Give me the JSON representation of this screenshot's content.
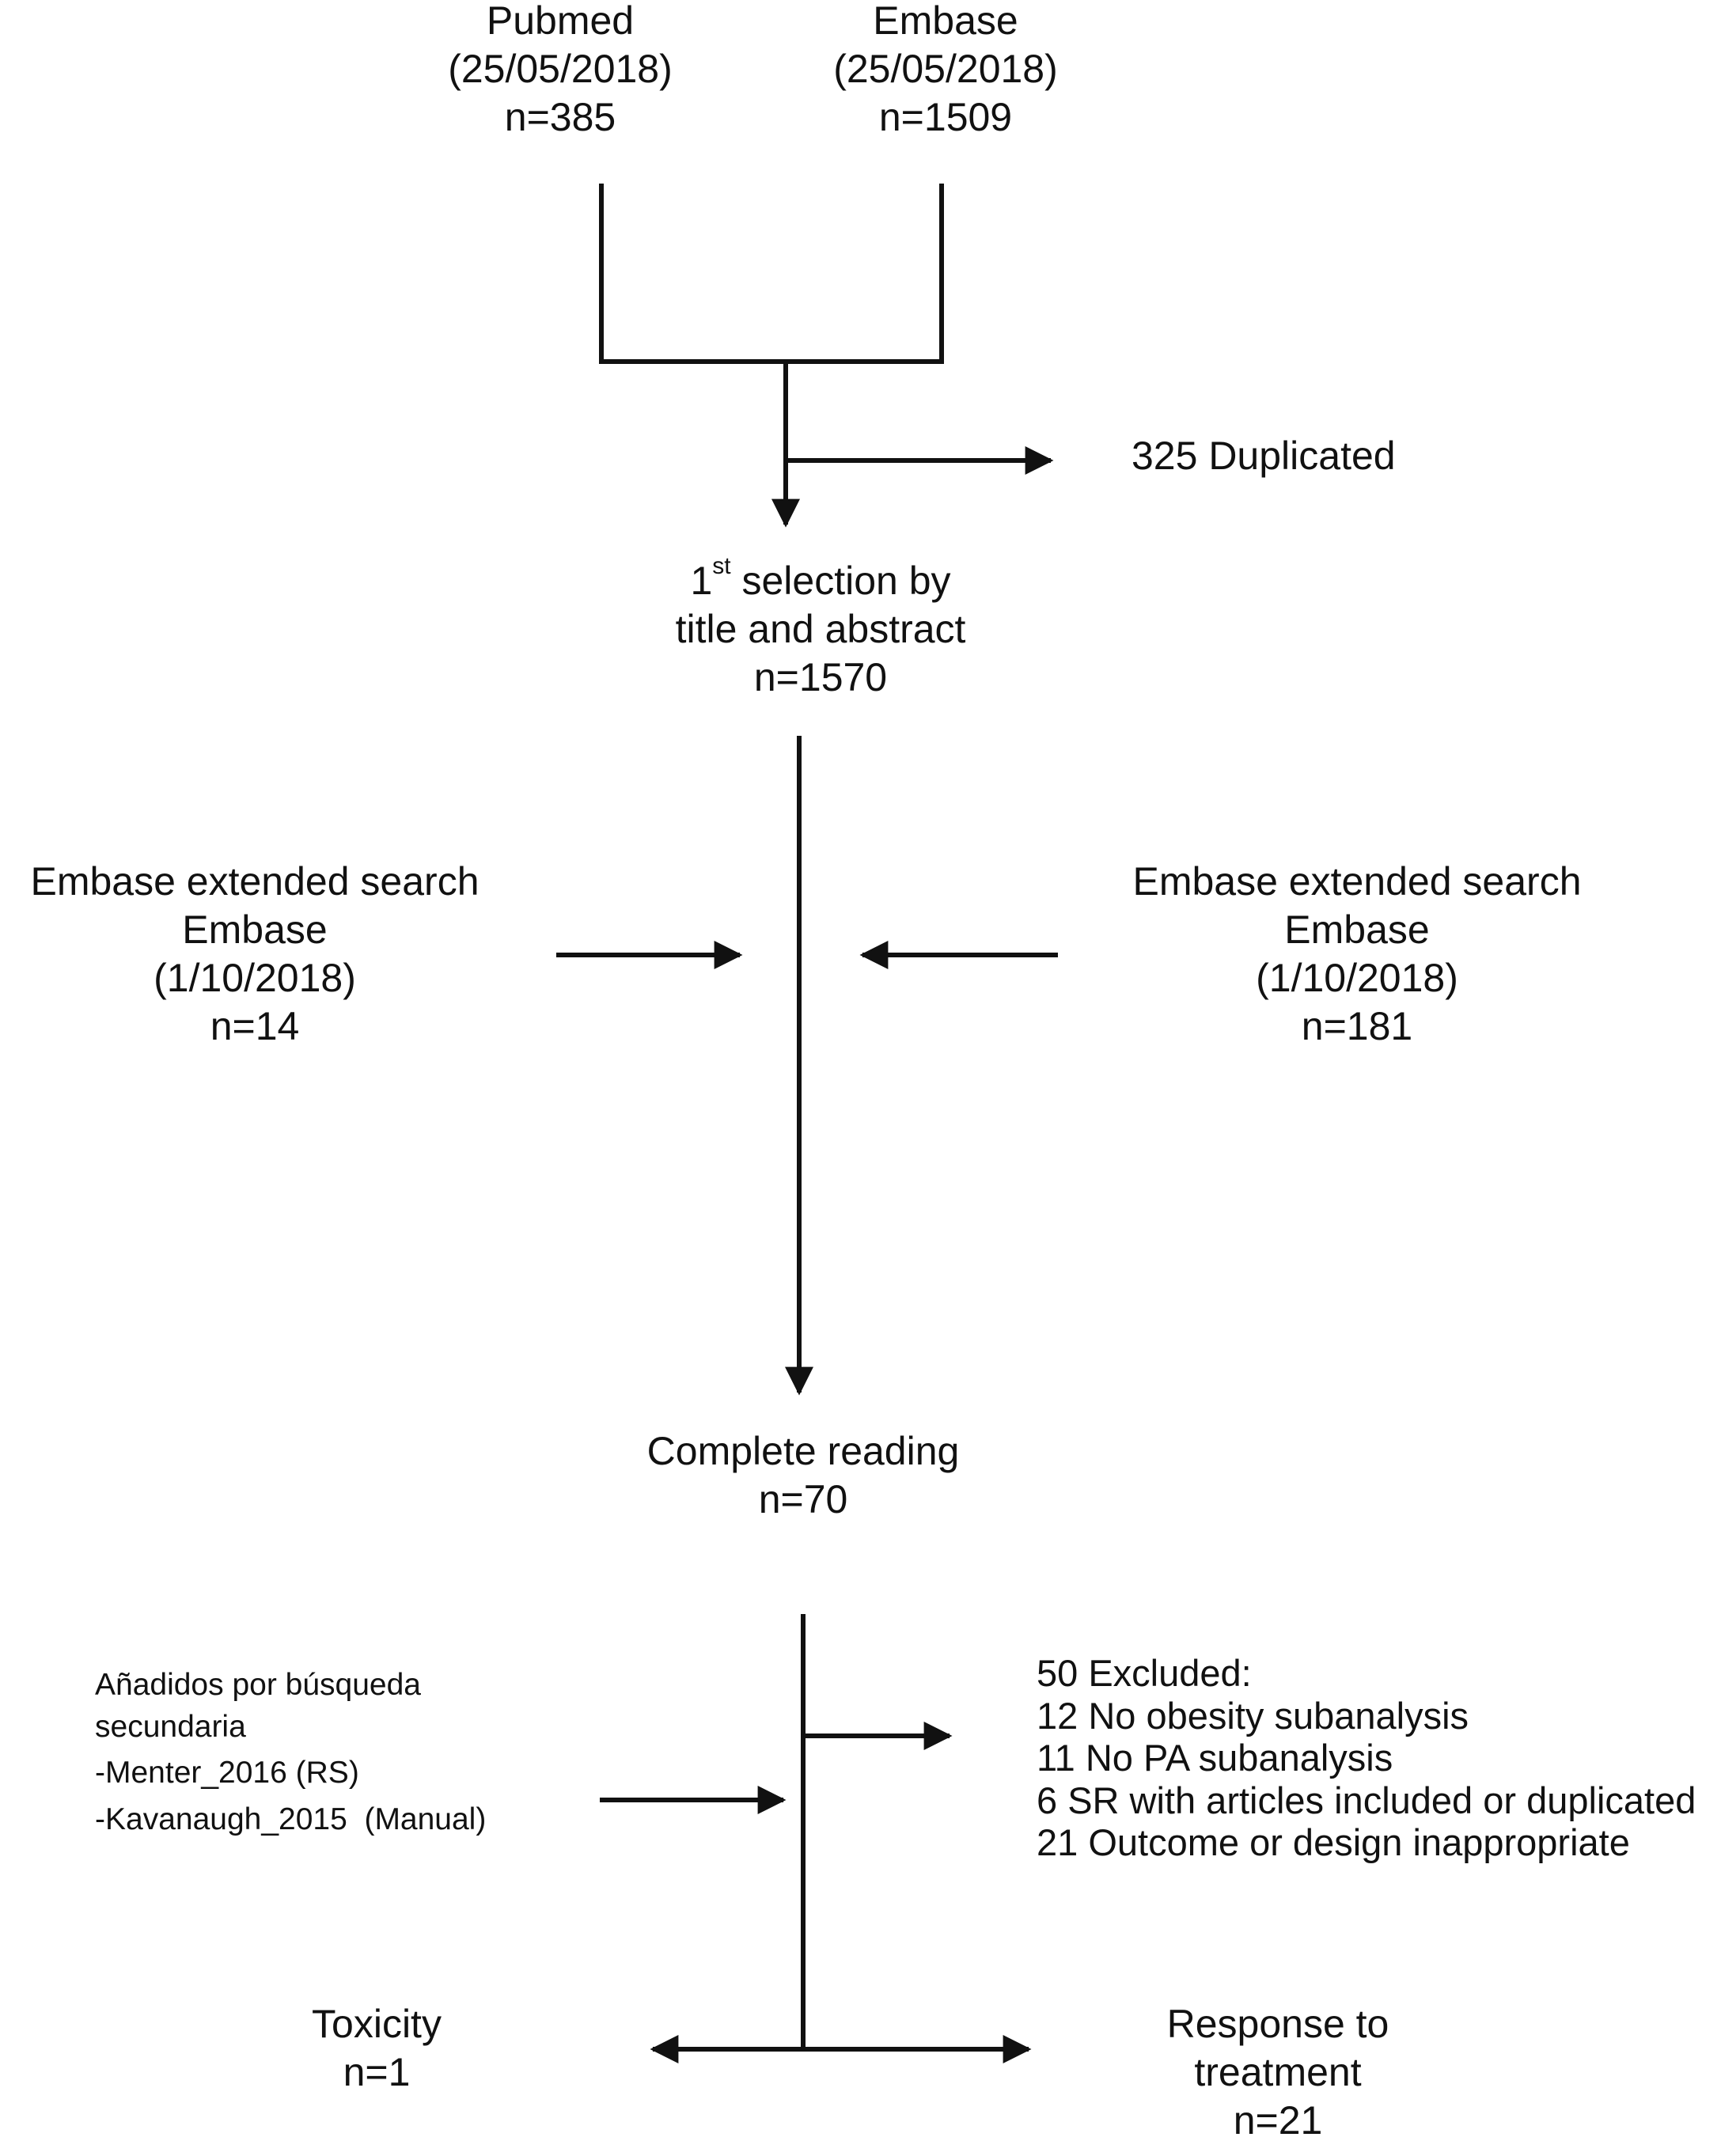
{
  "sources": [
    {
      "name": "Pubmed",
      "date": "(25/05/2018)",
      "n": "n=385"
    },
    {
      "name": "Embase",
      "date": "(25/05/2018)",
      "n": "n=1509"
    }
  ],
  "duplicates": {
    "label": "325 Duplicated"
  },
  "first_selection": {
    "number": "1",
    "superscript": "st",
    "line1_rest": " selection by",
    "line2": "title and abstract",
    "n": "n=1570"
  },
  "extended_left": {
    "line1": "Embase extended search",
    "line2": "Embase",
    "date": "(1/10/2018)",
    "n": "n=14"
  },
  "extended_right": {
    "line1": "Embase extended search",
    "line2": "Embase",
    "date": "(1/10/2018)",
    "n": "n=181"
  },
  "complete_reading": {
    "label": "Complete reading",
    "n": "n=70"
  },
  "secondary_search": {
    "line1": "Añadidos por búsqueda",
    "line2": "secundaria",
    "items": [
      "-Menter_2016 (RS)",
      "-Kavanaugh_2015  (Manual)"
    ]
  },
  "excluded": {
    "title": "50 Excluded:",
    "items": [
      "12 No obesity subanalysis",
      "11 No PA subanalysis",
      "6 SR with articles included or duplicated",
      "21 Outcome or design inappropriate"
    ]
  },
  "toxicity": {
    "label": "Toxicity",
    "n": "n=1"
  },
  "response": {
    "line1": "Response to",
    "line2": "treatment",
    "n": "n=21"
  }
}
